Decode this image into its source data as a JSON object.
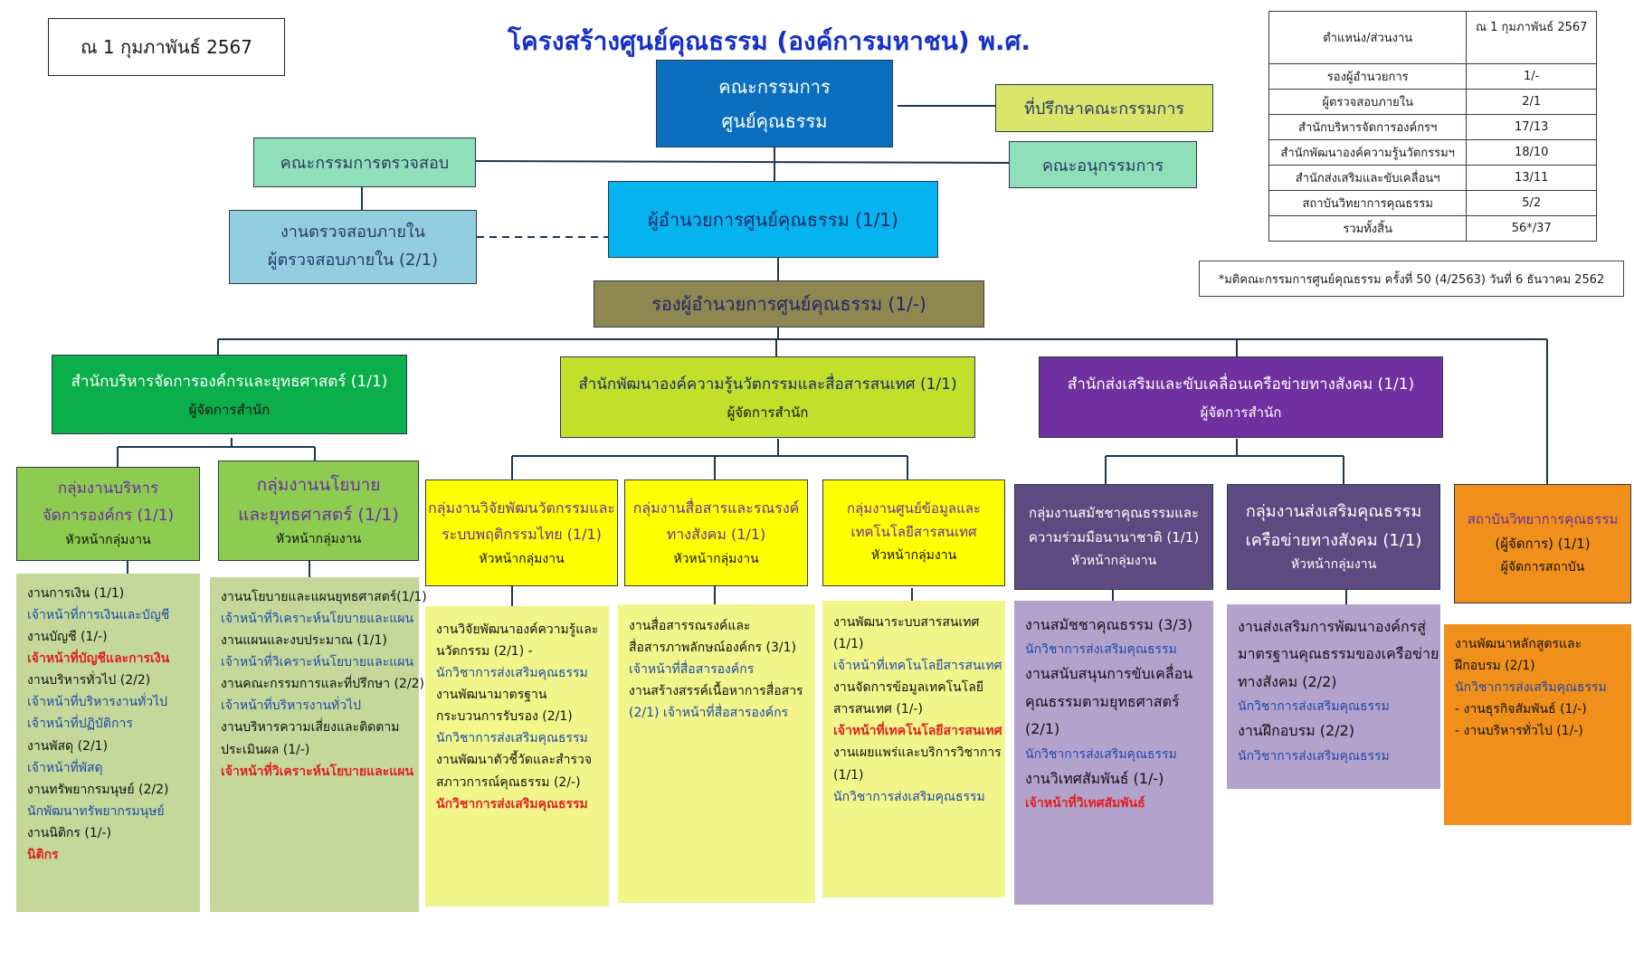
{
  "title": "โครงสร้างศูนย์คุณธรรม (องค์การมหาชน) พ.ศ. 2567",
  "date_box": "ณ 1 กุมภาพันธ์ 2567",
  "board": {
    "line1": "คณะกรรมการ",
    "line2": "ศูนย์คุณธรรม"
  },
  "advisor": "ที่ปรึกษาคณะกรรมการ",
  "audit_committee": "คณะกรรมการตรวจสอบ",
  "subcommittee": "คณะอนุกรรมการ",
  "internal_audit": {
    "line1": "งานตรวจสอบภายใน",
    "line2": "ผู้ตรวจสอบภายใน (2/1)"
  },
  "director": "ผู้อำนวยการศูนย์คุณธรรม (1/1)",
  "deputy": "รองผู้อำนวยการศูนย์คุณธรรม (1/-)",
  "summary": {
    "header": [
      "ตำแหน่ง/ส่วนงาน",
      "ณ 1 กุมภาพันธ์ 2567"
    ],
    "rows": [
      [
        "รองผู้อำนวยการ",
        "1/-"
      ],
      [
        "ผู้ตรวจสอบภายใน",
        "2/1"
      ],
      [
        "สำนักบริหารจัดการองค์กรฯ",
        "17/13"
      ],
      [
        "สำนักพัฒนาองค์ความรู้นวัตกรรมฯ",
        "18/10"
      ],
      [
        "สำนักส่งเสริมและขับเคลื่อนฯ",
        "13/11"
      ],
      [
        "สถาบันวิทยาการคุณธรรม",
        "5/2"
      ],
      [
        "รวมทั้งสิ้น",
        "56*/37"
      ]
    ]
  },
  "footnote": "*มติคณะกรรมการศูนย์คุณธรรม ครั้งที่ 50 (4/2563) วันที่ 6 ธันวาคม 2562",
  "offices": [
    {
      "title": "สำนักบริหารจัดการองค์กรและยุทธศาสตร์ (1/1)",
      "sub": "ผู้จัดการสำนัก"
    },
    {
      "title": "สำนักพัฒนาองค์ความรู้นวัตกรรมและสื่อสารสนเทศ  (1/1)",
      "sub": "ผู้จัดการสำนัก"
    },
    {
      "title": "สำนักส่งเสริมและขับเคลื่อนเครือข่ายทางสังคม (1/1)",
      "sub": "ผู้จัดการสำนัก"
    }
  ],
  "groups": [
    {
      "line1": "กลุ่มงานบริหาร",
      "line2": "จัดการองค์กร (1/1)",
      "head": "หัวหน้ากลุ่มงาน"
    },
    {
      "line1": "กลุ่มงานนโยบาย",
      "line2": "และยุทธศาสตร์ (1/1)",
      "head": "หัวหน้ากลุ่มงาน"
    },
    {
      "line1": "กลุ่มงานวิจัยพัฒนวัตกรรมและ",
      "line2": "ระบบพฤติกรรมไทย (1/1)",
      "head": "หัวหน้ากลุ่มงาน"
    },
    {
      "line1": "กลุ่มงานสื่อสารและรณรงค์",
      "line2": "ทางสังคม (1/1)",
      "head": "หัวหน้ากลุ่มงาน"
    },
    {
      "line1": "กลุ่มงานศูนย์ข้อมูลและ",
      "line2": "เทคโนโลยีสารสนเทศ",
      "head": "หัวหน้ากลุ่มงาน"
    },
    {
      "line1": "กลุ่มงานสมัชชาคุณธรรมและ",
      "line2": "ความร่วมมือนานาชาติ (1/1)",
      "head": "หัวหน้ากลุ่มงาน"
    },
    {
      "line1": "กลุ่มงานส่งเสริมคุณธรรม",
      "line2": "เครือข่ายทางสังคม (1/1)",
      "head": "หัวหน้ากลุ่มงาน"
    },
    {
      "line1": "สถาบันวิทยาการคุณธรรม",
      "line2": "(ผู้จัดการ) (1/1)",
      "head": "ผู้จัดการสถาบัน"
    }
  ],
  "lists": [
    [
      {
        "t": "งานการเงิน (1/1)",
        "c": "black"
      },
      {
        "t": "เจ้าหน้าที่การเงินและบัญชี",
        "c": "blue"
      },
      {
        "t": "งานบัญชี (1/-)",
        "c": "black"
      },
      {
        "t": "เจ้าหน้าที่บัญชีและการเงิน",
        "c": "red"
      },
      {
        "t": "งานบริหารทั่วไป (2/2)",
        "c": "black"
      },
      {
        "t": "เจ้าหน้าที่บริหารงานทั่วไป",
        "c": "blue"
      },
      {
        "t": "เจ้าหน้าที่ปฏิบัติการ",
        "c": "blue"
      },
      {
        "t": "งานพัสดุ (2/1)",
        "c": "black"
      },
      {
        "t": "เจ้าหน้าที่พัสดุ",
        "c": "blue"
      },
      {
        "t": "งานทรัพยากรมนุษย์ (2/2)",
        "c": "black"
      },
      {
        "t": "นักพัฒนาทรัพยากรมนุษย์",
        "c": "blue"
      },
      {
        "t": "งานนิติกร (1/-)",
        "c": "black"
      },
      {
        "t": "นิติกร",
        "c": "red"
      }
    ],
    [
      {
        "t": "งานนโยบายและแผนยุทธศาสตร์(1/1)",
        "c": "black"
      },
      {
        "t": "เจ้าหน้าที่วิเคราะห์นโยบายและแผน",
        "c": "blue"
      },
      {
        "t": "งานแผนและงบประมาณ (1/1)",
        "c": "black"
      },
      {
        "t": "เจ้าหน้าที่วิเคราะห์นโยบายและแผน",
        "c": "blue"
      },
      {
        "t": "งานคณะกรรมการและที่ปรึกษา (2/2)",
        "c": "black"
      },
      {
        "t": "เจ้าหน้าที่บริหารงานทั่วไป",
        "c": "blue"
      },
      {
        "t": "งานบริหารความเสี่ยงและติดตาม",
        "c": "black"
      },
      {
        "t": "ประเมินผล (1/-)",
        "c": "black"
      },
      {
        "t": "เจ้าหน้าที่วิเคราะห์นโยบายและแผน",
        "c": "red"
      }
    ],
    [
      {
        "t": "งานวิจัยพัฒนาองค์ความรู้และ",
        "c": "black"
      },
      {
        "t": "นวัตกรรม (2/1) -",
        "c": "black"
      },
      {
        "t": "นักวิชาการส่งเสริมคุณธรรม",
        "c": "blue"
      },
      {
        "t": "งานพัฒนามาตรฐาน",
        "c": "black"
      },
      {
        "t": "กระบวนการรับรอง (2/1)",
        "c": "black"
      },
      {
        "t": "นักวิชาการส่งเสริมคุณธรรม",
        "c": "blue"
      },
      {
        "t": "งานพัฒนาตัวชี้วัดและสำรวจ",
        "c": "black"
      },
      {
        "t": "สภาวการณ์คุณธรรม (2/-)",
        "c": "black"
      },
      {
        "t": "นักวิชาการส่งเสริมคุณธรรม",
        "c": "red"
      }
    ],
    [
      {
        "t": "งานสื่อสารรณรงค์และ",
        "c": "black"
      },
      {
        "t": "สื่อสารภาพลักษณ์องค์กร (3/1)",
        "c": "black"
      },
      {
        "t": "เจ้าหน้าที่สื่อสารองค์กร",
        "c": "blue"
      },
      {
        "t": "งานสร้างสรรค์เนื้อหาการสื่อสาร",
        "c": "black"
      },
      {
        "t": "(2/1)  เจ้าหน้าที่สื่อสารองค์กร",
        "c": "blue"
      }
    ],
    [
      {
        "t": "งานพัฒนาระบบสารสนเทศ",
        "c": "black"
      },
      {
        "t": "(1/1)",
        "c": "black"
      },
      {
        "t": "เจ้าหน้าที่เทคโนโลยีสารสนเทศ",
        "c": "blue"
      },
      {
        "t": "งานจัดการข้อมูลเทคโนโลยี",
        "c": "black"
      },
      {
        "t": "สารสนเทศ (1/-)",
        "c": "black"
      },
      {
        "t": "เจ้าหน้าที่เทคโนโลยีสารสนเทศ",
        "c": "red"
      },
      {
        "t": "งานเผยแพร่และบริการวิชาการ",
        "c": "black"
      },
      {
        "t": "(1/1)",
        "c": "black"
      },
      {
        "t": "นักวิชาการส่งเสริมคุณธรรม",
        "c": "blue"
      }
    ],
    [
      {
        "t": "งานสมัชชาคุณธรรม (3/3)",
        "c": "black"
      },
      {
        "t": "นักวิชาการส่งเสริมคุณธรรม",
        "c": "blue"
      },
      {
        "t": "งานสนับสนุนการขับเคลื่อน",
        "c": "black"
      },
      {
        "t": "คุณธรรมตามยุทธศาสตร์",
        "c": "black"
      },
      {
        "t": "(2/1)",
        "c": "black"
      },
      {
        "t": "นักวิชาการส่งเสริมคุณธรรม",
        "c": "blue"
      },
      {
        "t": "งานวิเทศสัมพันธ์ (1/-)",
        "c": "black"
      },
      {
        "t": "เจ้าหน้าที่วิเทศสัมพันธ์",
        "c": "red"
      }
    ],
    [
      {
        "t": "งานส่งเสริมการพัฒนาองค์กรสู่",
        "c": "black"
      },
      {
        "t": "มาตรฐานคุณธรรมของเครือข่าย",
        "c": "black"
      },
      {
        "t": "ทางสังคม (2/2)",
        "c": "black"
      },
      {
        "t": "นักวิชาการส่งเสริมคุณธรรม",
        "c": "blue"
      },
      {
        "t": "งานฝึกอบรม (2/2)",
        "c": "black"
      },
      {
        "t": "นักวิชาการส่งเสริมคุณธรรม",
        "c": "blue"
      }
    ],
    [
      {
        "t": "งานพัฒนาหลักสูตรและ",
        "c": "black"
      },
      {
        "t": "ฝึกอบรม (2/1)",
        "c": "black"
      },
      {
        "t": "นักวิชาการส่งเสริมคุณธรรม",
        "c": "blue"
      },
      {
        "t": " - งานธุรกิจสัมพันธ์ (1/-)",
        "c": "black"
      },
      {
        "t": " - งานบริหารทั่วไป (1/-)",
        "c": "black"
      }
    ]
  ],
  "colors": {
    "board": "#0b6fc0",
    "advisor": "#d9e66a",
    "committee": "#8fe0b8",
    "internal_audit": "#93cde0",
    "director": "#05b4ee",
    "deputy": "#8e8750",
    "office1": "#0aae4a",
    "office2": "#c2e02a",
    "office3": "#7030a0",
    "group1": "#8dcc50",
    "group2": "#ffff00",
    "group3": "#5d4a80",
    "institute": "#f0901a",
    "list1": "#c4d89a",
    "list2": "#f2f58a",
    "list3": "#b3a2cc",
    "list4": "#f0901a"
  }
}
